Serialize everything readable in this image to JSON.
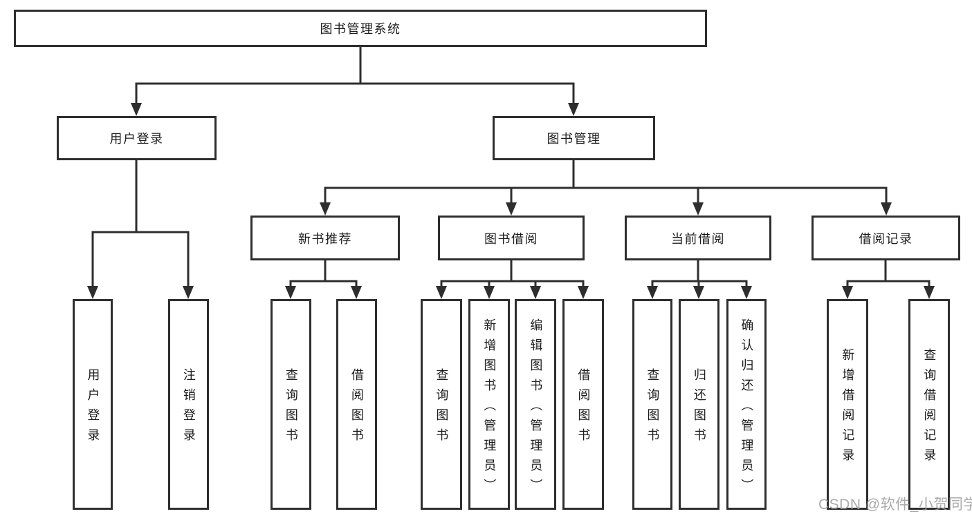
{
  "tree": {
    "label": "图书管理系统",
    "children": [
      {
        "label": "用户登录",
        "children": [
          {
            "label": "用户登录"
          },
          {
            "label": "注销登录"
          }
        ]
      },
      {
        "label": "图书管理",
        "children": [
          {
            "label": "新书推荐",
            "children": [
              {
                "label": "查询图书"
              },
              {
                "label": "借阅图书"
              }
            ]
          },
          {
            "label": "图书借阅",
            "children": [
              {
                "label": "查询图书"
              },
              {
                "label": "新增图书（管理员）"
              },
              {
                "label": "编辑图书（管理员）"
              },
              {
                "label": "借阅图书"
              }
            ]
          },
          {
            "label": "当前借阅",
            "children": [
              {
                "label": "查询图书"
              },
              {
                "label": "归还图书"
              },
              {
                "label": "确认归还（管理员）"
              }
            ]
          },
          {
            "label": "借阅记录",
            "children": [
              {
                "label": "新增借阅记录"
              },
              {
                "label": "查询借阅记录"
              }
            ]
          }
        ]
      }
    ]
  },
  "watermark": "CSDN @软件_小贺同学",
  "colors": {
    "line": "#2e2e2e",
    "text": "#1d1d1d",
    "watermark": "#9e9e9e",
    "background": "#ffffff"
  }
}
